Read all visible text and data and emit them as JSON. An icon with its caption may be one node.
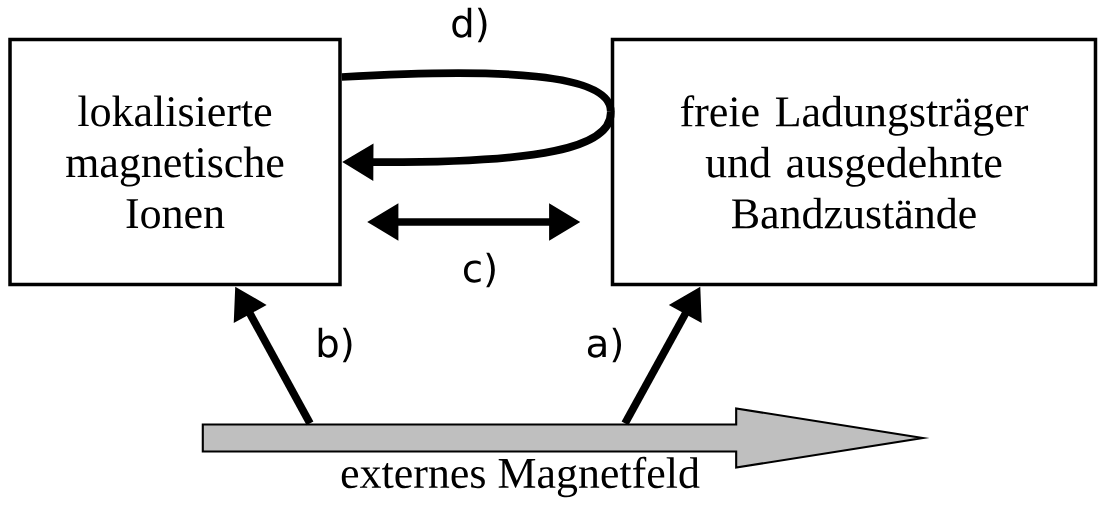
{
  "diagram": {
    "nodes": [
      {
        "text": [
          "lokalisierte magnetische Ionen"
        ]
      },
      {
        "text": [
          "freie Ladungsträger und ausgedehnte Bandzustände"
        ]
      },
      {
        "text": [
          "externes Magnetfeld"
        ]
      }
    ],
    "edges": [
      {
        "from": 0,
        "to": 1,
        "arrow": "none",
        "label": "d)"
      },
      {
        "from": 1,
        "to": 0,
        "arrow": "to"
      },
      {
        "from": 0,
        "to": 1,
        "arrow": "both",
        "label": "c)"
      },
      {
        "from": 2,
        "to": 0,
        "arrow": "to",
        "label": "b)"
      },
      {
        "from": 2,
        "to": 1,
        "arrow": "to",
        "label": "a)"
      }
    ]
  }
}
